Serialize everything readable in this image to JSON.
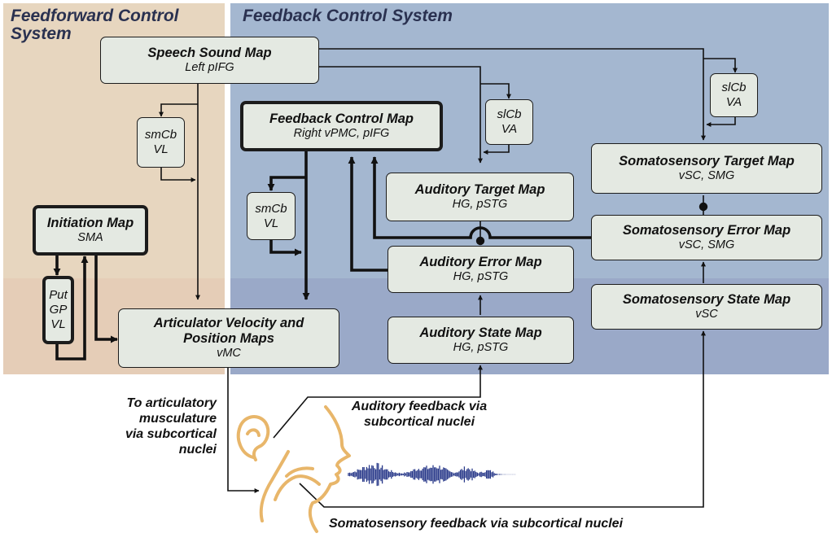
{
  "regions": {
    "feedforward_title_line1": "Feedforward Control",
    "feedforward_title_line2": "System",
    "feedback_title": "Feedback Control System",
    "colors": {
      "feedforward_bg": "#e7d6bf",
      "feedback_bg": "#a4b7d0",
      "box_fill": "#e4e9e2",
      "title_color": "#2a3150",
      "anatomy_color": "#e8b66a",
      "waveform_color": "#2a3a8a"
    }
  },
  "boxes": {
    "speech_sound_map": {
      "title": "Speech Sound Map",
      "sub": "Left pIFG"
    },
    "feedback_control_map": {
      "title": "Feedback Control Map",
      "sub": "Right vPMC, pIFG"
    },
    "initiation_map": {
      "title": "Initiation Map",
      "sub": "SMA"
    },
    "articulator_map": {
      "title_line1": "Articulator Velocity and",
      "title_line2": "Position Maps",
      "sub": "vMC"
    },
    "auditory_target_map": {
      "title": "Auditory Target Map",
      "sub": "HG, pSTG"
    },
    "auditory_error_map": {
      "title": "Auditory Error Map",
      "sub": "HG, pSTG"
    },
    "auditory_state_map": {
      "title": "Auditory State Map",
      "sub": "HG, pSTG"
    },
    "somato_target_map": {
      "title": "Somatosensory Target Map",
      "sub": "vSC, SMG"
    },
    "somato_error_map": {
      "title": "Somatosensory Error Map",
      "sub": "vSC, SMG"
    },
    "somato_state_map": {
      "title": "Somatosensory State Map",
      "sub": "vSC"
    },
    "smcb_vl_ff": {
      "line1": "smCb",
      "line2": "VL"
    },
    "smcb_vl_fb": {
      "line1": "smCb",
      "line2": "VL"
    },
    "slcb_va_aud": {
      "line1": "slCb",
      "line2": "VA"
    },
    "slcb_va_som": {
      "line1": "slCb",
      "line2": "VA"
    },
    "put_gp_vl": {
      "line1": "Put",
      "line2": "GP",
      "line3": "VL"
    }
  },
  "labels": {
    "to_musculature": [
      "To articulatory",
      "musculature",
      "via subcortical",
      "nuclei"
    ],
    "auditory_feedback": [
      "Auditory feedback via",
      "subcortical nuclei"
    ],
    "somato_feedback": "Somatosensory feedback via subcortical nuclei"
  },
  "icons": [
    "ear-icon",
    "head-profile-icon",
    "speech-waveform-icon"
  ]
}
